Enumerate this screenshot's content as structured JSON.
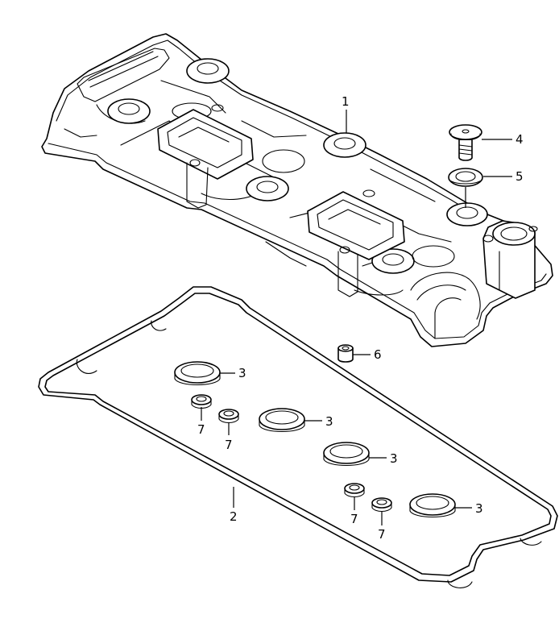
{
  "colors": {
    "line": "#000000",
    "background": "#ffffff"
  },
  "callouts": {
    "c1": "1",
    "c2": "2",
    "c3a": "3",
    "c3b": "3",
    "c3c": "3",
    "c3d": "3",
    "c4": "4",
    "c5": "5",
    "c6": "6",
    "c7a": "7",
    "c7b": "7",
    "c7c": "7",
    "c7d": "7"
  }
}
